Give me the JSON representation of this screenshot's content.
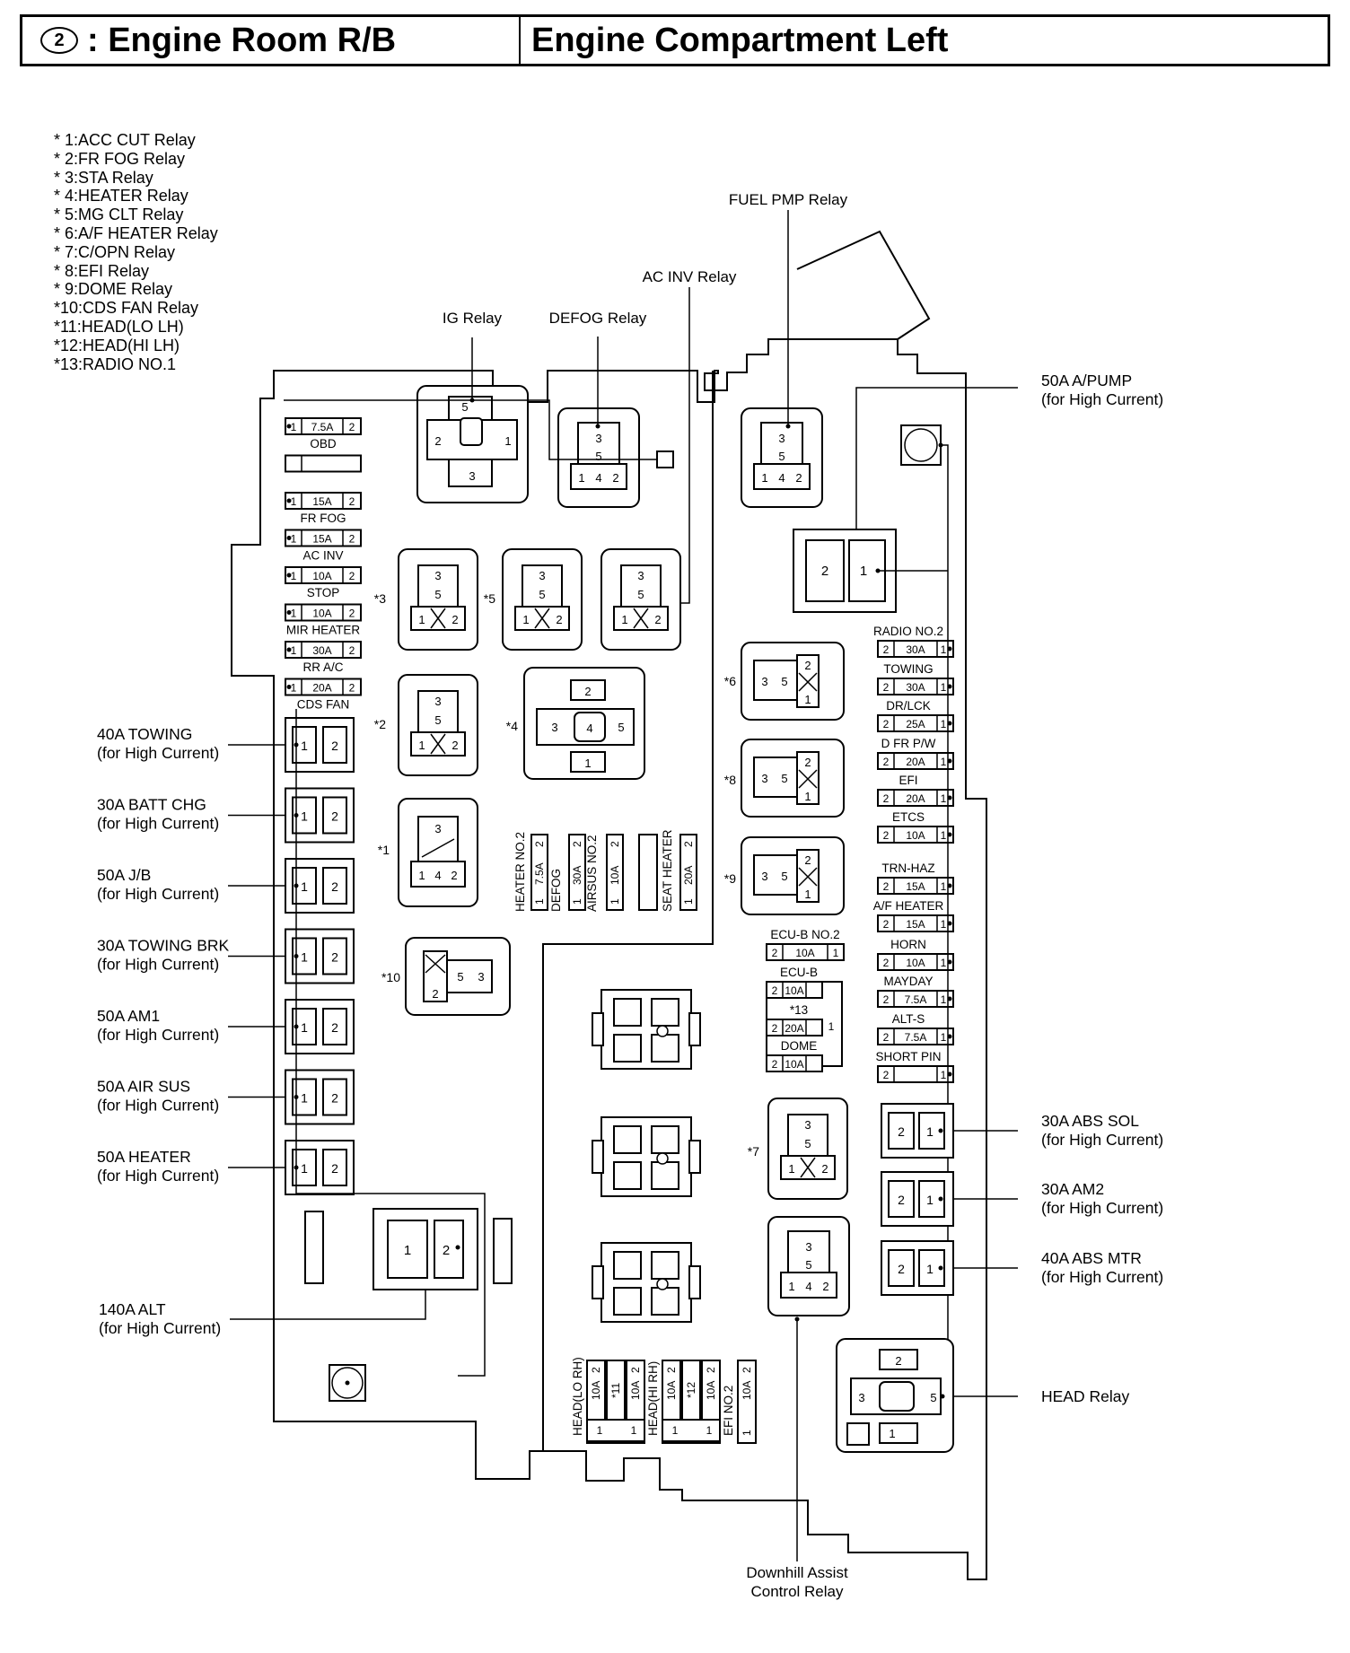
{
  "header": {
    "number": "2",
    "left_title": ": Engine Room R/B",
    "right_title": "Engine Compartment Left"
  },
  "legend": [
    "* 1:ACC CUT Relay",
    "* 2:FR FOG Relay",
    "* 3:STA Relay",
    "* 4:HEATER Relay",
    "* 5:MG CLT Relay",
    "* 6:A/F HEATER Relay",
    "* 7:C/OPN Relay",
    "* 8:EFI Relay",
    "* 9:DOME Relay",
    "*10:CDS FAN Relay",
    "*11:HEAD(LO LH)",
    "*12:HEAD(HI LH)",
    "*13:RADIO NO.1"
  ],
  "top_labels": {
    "fuel_pmp": "FUEL PMP Relay",
    "ac_inv": "AC INV Relay",
    "ig": "IG Relay",
    "defog": "DEFOG Relay"
  },
  "left_fuses": [
    {
      "amp": "7.5A",
      "name": "OBD"
    },
    {
      "amp": "",
      "name": ""
    },
    {
      "amp": "15A",
      "name": "FR FOG"
    },
    {
      "amp": "15A",
      "name": "AC INV"
    },
    {
      "amp": "10A",
      "name": "STOP"
    },
    {
      "amp": "10A",
      "name": "MIR HEATER"
    },
    {
      "amp": "30A",
      "name": "RR A/C"
    },
    {
      "amp": "20A",
      "name": "CDS FAN"
    }
  ],
  "left_callouts": [
    {
      "name": "40A TOWING",
      "sub": "(for High Current)"
    },
    {
      "name": "30A BATT CHG",
      "sub": "(for High Current)"
    },
    {
      "name": "50A J/B",
      "sub": "(for High Current)"
    },
    {
      "name": "30A TOWING BRK",
      "sub": "(for High Current)"
    },
    {
      "name": "50A AM1",
      "sub": "(for High Current)"
    },
    {
      "name": "50A AIR SUS",
      "sub": "(for High Current)"
    },
    {
      "name": "50A HEATER",
      "sub": "(for High Current)"
    }
  ],
  "alt": {
    "name": "140A ALT",
    "sub": "(for High Current)"
  },
  "right_callouts": [
    {
      "name": "50A A/PUMP",
      "sub": "(for High Current)"
    },
    {
      "name": "30A ABS SOL",
      "sub": "(for High Current)"
    },
    {
      "name": "30A AM2",
      "sub": "(for High Current)"
    },
    {
      "name": "40A ABS MTR",
      "sub": "(for High Current)"
    },
    {
      "name": "HEAD Relay",
      "sub": ""
    }
  ],
  "right_fuses": [
    {
      "name": "RADIO NO.2",
      "amp": "30A"
    },
    {
      "name": "TOWING",
      "amp": "30A"
    },
    {
      "name": "DR/LCK",
      "amp": "25A"
    },
    {
      "name": "D FR P/W",
      "amp": "20A"
    },
    {
      "name": "EFI",
      "amp": "20A"
    },
    {
      "name": "ETCS",
      "amp": "10A"
    },
    {
      "name": "TRN-HAZ",
      "amp": "15A"
    },
    {
      "name": "A/F HEATER",
      "amp": "15A"
    },
    {
      "name": "HORN",
      "amp": "10A"
    },
    {
      "name": "MAYDAY",
      "amp": "7.5A"
    },
    {
      "name": "ALT-S",
      "amp": "7.5A"
    },
    {
      "name": "SHORT PIN",
      "amp": ""
    }
  ],
  "ecu_fuses": [
    {
      "name": "ECU-B NO.2",
      "amp": "10A"
    },
    {
      "name": "ECU-B",
      "amp": "10A"
    },
    {
      "name": "*13",
      "amp": "20A"
    },
    {
      "name": "DOME",
      "amp": "10A"
    }
  ],
  "middle_vertical_fuses": [
    {
      "name": "HEATER NO.2",
      "amp": "7.5A"
    },
    {
      "name": "DEFOG",
      "amp": "30A"
    },
    {
      "name": "AIRSUS NO.2",
      "amp": "10A"
    },
    {
      "name": "SEAT HEATER",
      "amp": "20A"
    }
  ],
  "bottom_vertical_fuses": [
    {
      "name": "HEAD(LO RH)",
      "amp": "10A",
      "tag": "*11"
    },
    {
      "name": "HEAD(HI RH)",
      "amp": "10A",
      "tag": "*12"
    },
    {
      "name": "EFI NO.2",
      "amp": "10A",
      "tag": ""
    }
  ],
  "relay_tags": {
    "r3": "*3",
    "r5": "*5",
    "r2": "*2",
    "r4": "*4",
    "r1": "*1",
    "r10": "*10",
    "r6": "*6",
    "r8": "*8",
    "r9": "*9",
    "r7": "*7"
  },
  "bottom_label": {
    "line1": "Downhill Assist",
    "line2": "Control Relay"
  }
}
